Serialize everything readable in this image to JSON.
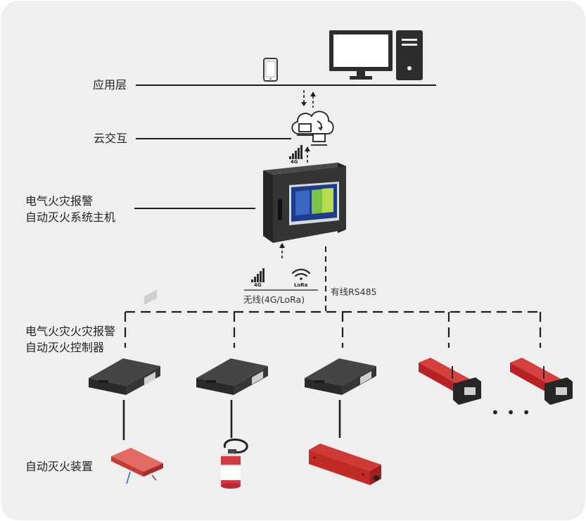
{
  "layers": {
    "application": "应用层",
    "cloud": "云交互",
    "host_line1": "电气火灾报警",
    "host_line2": "自动灭火系统主机",
    "controller_line1": "电气火灾火灾报警",
    "controller_line2": "自动灭火控制器",
    "device": "自动灭火装置"
  },
  "links": {
    "wireless": "无线(4G/LoRa)",
    "wired": "有线RS485",
    "signal_4g": "4G",
    "signal_lora": "LoRa",
    "ellipsis": "• • •"
  },
  "colors": {
    "background": "#efefef",
    "device_dark": "#2e2e2e",
    "device_red": "#c8292b",
    "screen_blue": "#1d3c8c",
    "line": "#1e1e1e"
  },
  "icons": [
    "phone-icon",
    "monitor-icon",
    "pc-tower-icon",
    "cloud-icon",
    "signal-bars-icon",
    "wifi-icon"
  ]
}
